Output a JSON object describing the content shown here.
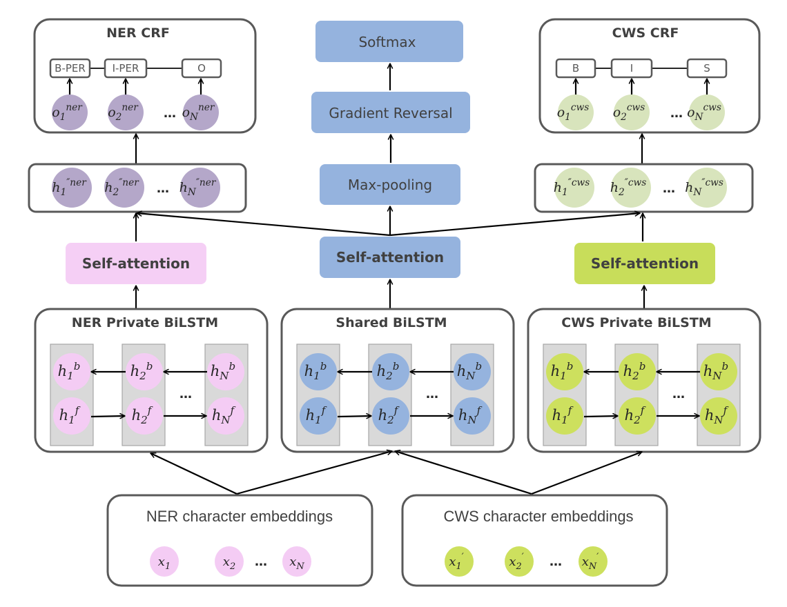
{
  "colors": {
    "ner_purple": "#b4a7c9",
    "cws_light_green": "#d8e4bc",
    "ner_pink": "#f4ccf4",
    "shared_blue": "#95b3de",
    "cws_green": "#cde05e",
    "ner_attention_pink": "#f5cff5",
    "cws_attention_green": "#c8dd5a",
    "column_gray": "#d9d9d9"
  },
  "ner_crf": {
    "title": "NER  CRF",
    "tags": [
      "B-PER",
      "I-PER",
      "O"
    ],
    "nodes": [
      {
        "base": "o",
        "sub": "1",
        "sup": "ner"
      },
      {
        "base": "o",
        "sub": "2",
        "sup": "ner"
      },
      {
        "base": "o",
        "sub": "N",
        "sup": "ner"
      }
    ]
  },
  "cws_crf": {
    "title": "CWS  CRF",
    "tags": [
      "B",
      "I",
      "S"
    ],
    "nodes": [
      {
        "base": "o",
        "sub": "1",
        "sup": "cws"
      },
      {
        "base": "o",
        "sub": "2",
        "sup": "cws"
      },
      {
        "base": "o",
        "sub": "N",
        "sup": "cws"
      }
    ]
  },
  "ner_hidden": {
    "nodes": [
      {
        "base": "h",
        "sub": "1",
        "sup": "″ner"
      },
      {
        "base": "h",
        "sub": "2",
        "sup": "″ner"
      },
      {
        "base": "h",
        "sub": "N",
        "sup": "″ner"
      }
    ]
  },
  "cws_hidden": {
    "nodes": [
      {
        "base": "h",
        "sub": "1",
        "sup": "″cws"
      },
      {
        "base": "h",
        "sub": "2",
        "sup": "″cws"
      },
      {
        "base": "h",
        "sub": "N",
        "sup": "″cws"
      }
    ]
  },
  "shared_stack": {
    "softmax": "Softmax",
    "gradient_reversal": "Gradient  Reversal",
    "max_pooling": "Max-pooling",
    "self_attention": "Self-attention"
  },
  "ner_attention": "Self-attention",
  "cws_attention": "Self-attention",
  "bilstm": {
    "ner_title": "NER  Private  BiLSTM",
    "shared_title": "Shared  BiLSTM",
    "cws_title": "CWS  Private  BiLSTM",
    "backward": [
      {
        "base": "h",
        "sub": "1",
        "sup": "b"
      },
      {
        "base": "h",
        "sub": "2",
        "sup": "b"
      },
      {
        "base": "h",
        "sub": "N",
        "sup": "b"
      }
    ],
    "forward": [
      {
        "base": "h",
        "sub": "1",
        "sup": "f"
      },
      {
        "base": "h",
        "sub": "2",
        "sup": "f"
      },
      {
        "base": "h",
        "sub": "N",
        "sup": "f"
      }
    ]
  },
  "ner_embeddings": {
    "title": "NER  character embeddings",
    "nodes": [
      {
        "base": "x",
        "sub": "1",
        "sup": ""
      },
      {
        "base": "x",
        "sub": "2",
        "sup": ""
      },
      {
        "base": "x",
        "sub": "N",
        "sup": ""
      }
    ]
  },
  "cws_embeddings": {
    "title": "CWS  character embeddings",
    "nodes": [
      {
        "base": "x",
        "sub": "1",
        "sup": "′"
      },
      {
        "base": "x",
        "sub": "2",
        "sup": "′"
      },
      {
        "base": "x",
        "sub": "N",
        "sup": "′"
      }
    ]
  },
  "ellipsis": "…"
}
